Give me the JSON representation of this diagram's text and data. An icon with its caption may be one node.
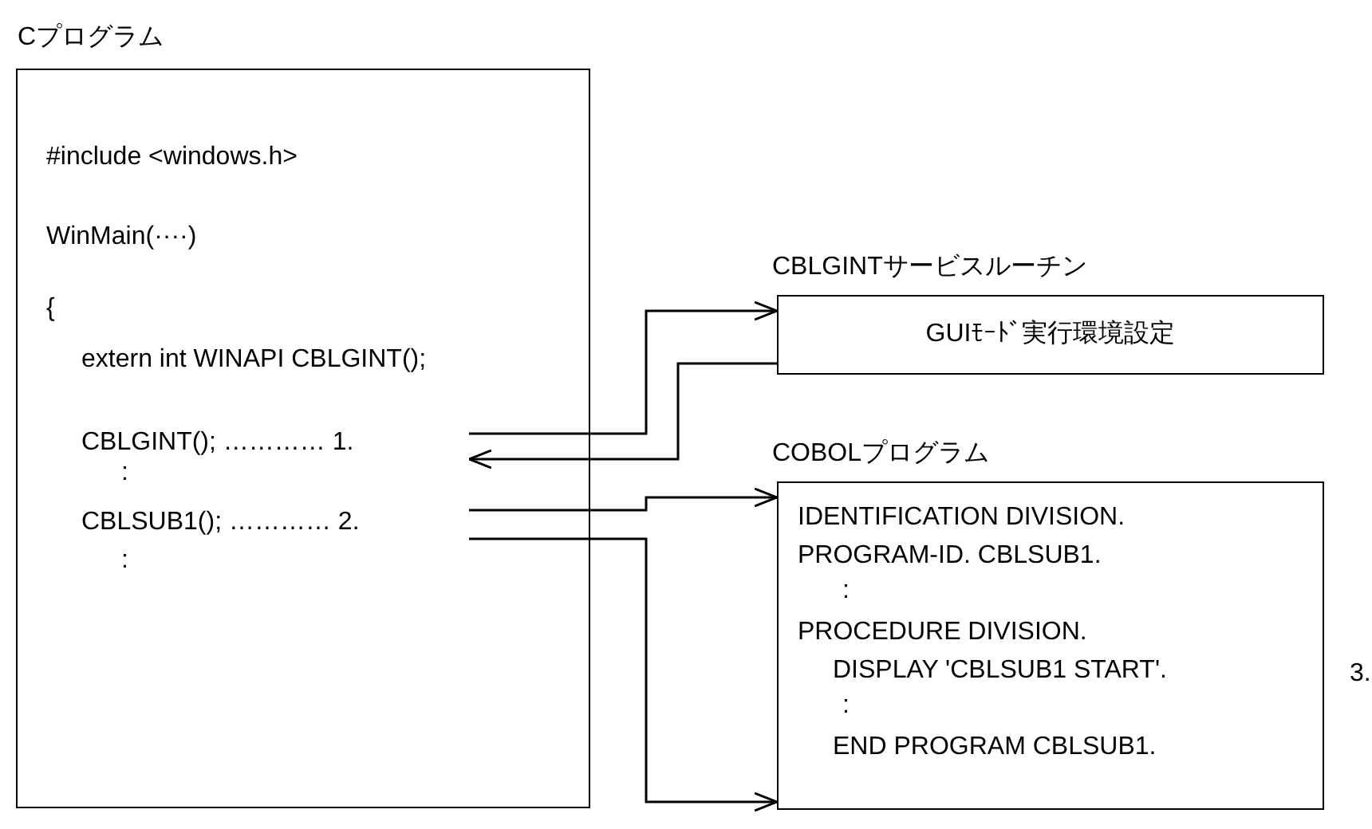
{
  "diagram": {
    "nodes": [
      {
        "text": [
          "Cプログラム",
          "#include <windows.h>",
          "WinMain(····)",
          "{",
          "extern int WINAPI CBLGINT();",
          ":",
          ":"
        ]
      },
      {
        "text": [
          "CBLGINT(); ………… 1."
        ],
        "in": 0
      },
      {
        "text": [
          "CBLSUB1(); ………… 2."
        ],
        "in": 0
      },
      {
        "text": [
          "CBLGINTサービスルーチン",
          "GUIﾓｰﾄﾞ実行環境設定"
        ]
      },
      {
        "text": [
          "COBOLプログラム",
          "IDENTIFICATION DIVISION.",
          "PROGRAM-ID. CBLSUB1.",
          ":",
          "PROCEDURE DIVISION.",
          "DISPLAY 'CBLSUB1 START'.",
          ":",
          "END PROGRAM CBLSUB1."
        ],
        "beside": [
          "3."
        ]
      }
    ],
    "edges": [
      {
        "from": 1,
        "to": 3,
        "arrow": "to"
      },
      {
        "from": 3,
        "to": 1,
        "arrow": "to"
      },
      {
        "from": 2,
        "to": 4,
        "arrow": "to"
      },
      {
        "from": 2,
        "to": 4,
        "arrow": "to"
      }
    ]
  }
}
